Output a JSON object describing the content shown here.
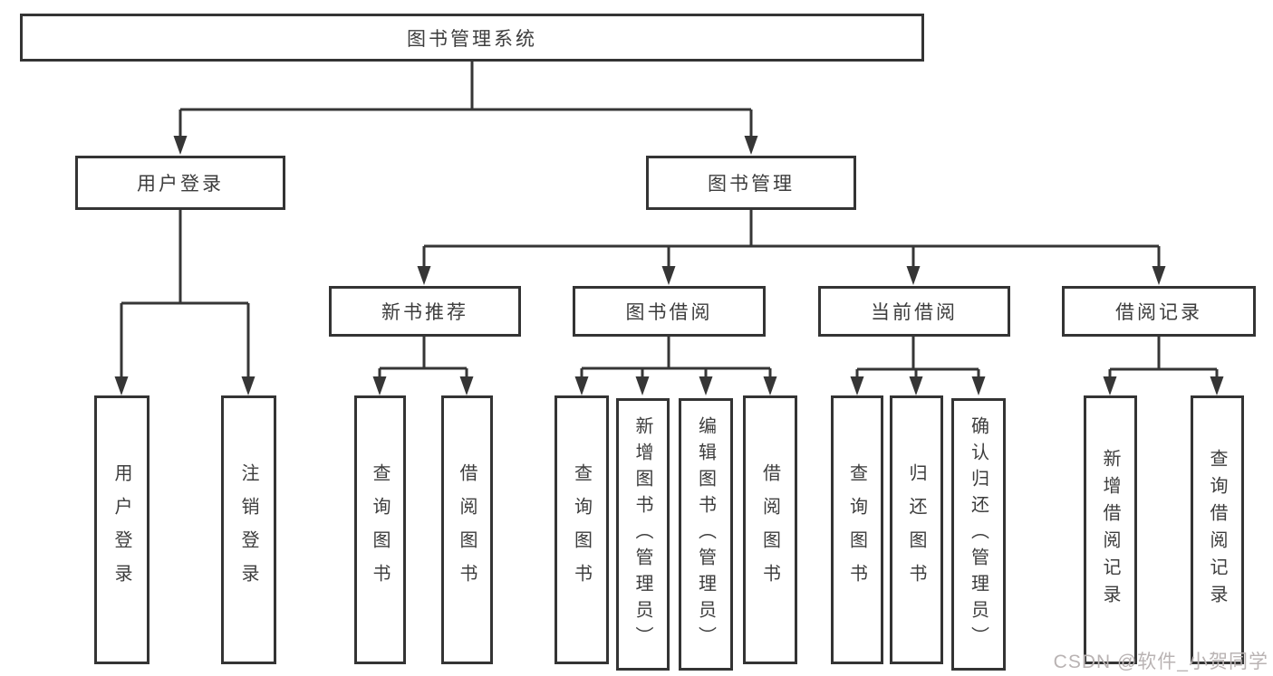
{
  "page": {
    "watermark": "CSDN @软件_小贺同学",
    "colors": {
      "background": "#ffffff",
      "line": "#363636",
      "text": "#3d3d3d",
      "watermark": "#b9b3b3"
    }
  },
  "diagram": {
    "type": "hierarchy",
    "title": "图书管理系统",
    "tree": {
      "label": "图书管理系统",
      "children": [
        {
          "label": "用户登录",
          "children": [
            {
              "label": "用户登录"
            },
            {
              "label": "注销登录"
            }
          ]
        },
        {
          "label": "图书管理",
          "children": [
            {
              "label": "新书推荐",
              "children": [
                {
                  "label": "查询图书"
                },
                {
                  "label": "借阅图书"
                }
              ]
            },
            {
              "label": "图书借阅",
              "children": [
                {
                  "label": "查询图书"
                },
                {
                  "label": "新增图书（管理员）"
                },
                {
                  "label": "编辑图书（管理员）"
                },
                {
                  "label": "借阅图书"
                }
              ]
            },
            {
              "label": "当前借阅",
              "children": [
                {
                  "label": "查询图书"
                },
                {
                  "label": "归还图书"
                },
                {
                  "label": "确认归还（管理员）"
                }
              ]
            },
            {
              "label": "借阅记录",
              "children": [
                {
                  "label": "新增借阅记录"
                },
                {
                  "label": "查询借阅记录"
                }
              ]
            }
          ]
        }
      ]
    }
  }
}
